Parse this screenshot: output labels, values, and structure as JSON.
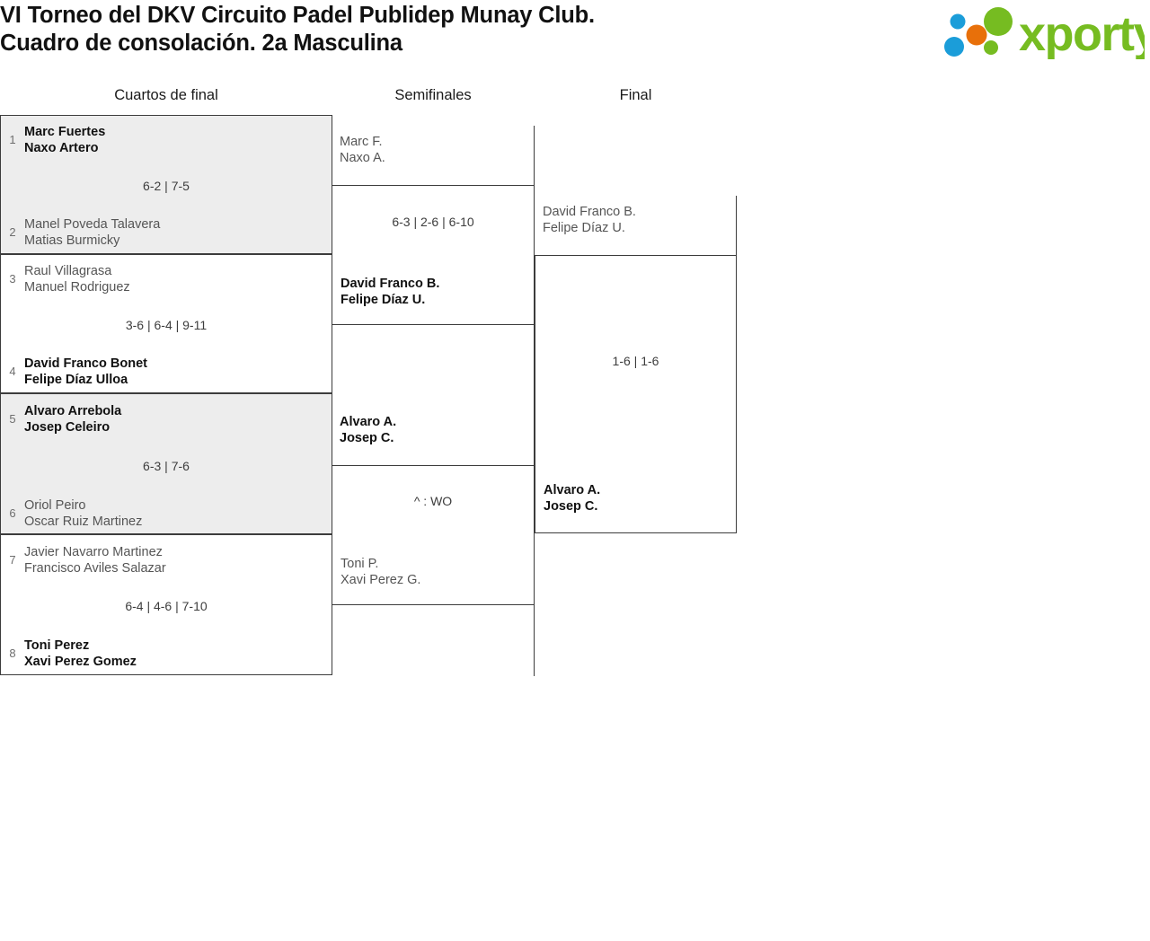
{
  "header": {
    "title": "VI Torneo del DKV Circuito Padel Publidep Munay Club.\nCuadro de consolación. 2a Masculina",
    "logo": {
      "text": "xporty",
      "colors": {
        "green": "#76bc21",
        "orange": "#e8700a",
        "blue": "#1b9dd9"
      }
    }
  },
  "rounds": [
    {
      "label": "Cuartos de final"
    },
    {
      "label": "Semifinales"
    },
    {
      "label": "Final"
    }
  ],
  "bracket": {
    "quarterfinals": [
      {
        "score": "6-2 | 7-5",
        "shaded": true,
        "top": {
          "seed": "1",
          "players": "Marc Fuertes\nNaxo Artero",
          "winner": true
        },
        "bottom": {
          "seed": "2",
          "players": "Manel Poveda Talavera\nMatias Burmicky",
          "winner": false
        }
      },
      {
        "score": "3-6 | 6-4 | 9-11",
        "shaded": false,
        "top": {
          "seed": "3",
          "players": "Raul Villagrasa\nManuel Rodriguez",
          "winner": false
        },
        "bottom": {
          "seed": "4",
          "players": "David Franco Bonet\nFelipe Díaz Ulloa",
          "winner": true
        }
      },
      {
        "score": "6-3 | 7-6",
        "shaded": true,
        "top": {
          "seed": "5",
          "players": "Alvaro Arrebola\nJosep Celeiro",
          "winner": true
        },
        "bottom": {
          "seed": "6",
          "players": "Oriol Peiro\nOscar Ruiz Martinez",
          "winner": false
        }
      },
      {
        "score": "6-4 | 4-6 | 7-10",
        "shaded": false,
        "top": {
          "seed": "7",
          "players": "Javier Navarro Martinez\nFrancisco Aviles Salazar",
          "winner": false
        },
        "bottom": {
          "seed": "8",
          "players": "Toni Perez\nXavi Perez Gomez",
          "winner": true
        }
      }
    ],
    "semifinals": [
      {
        "score": "6-3 | 2-6 | 6-10",
        "top": {
          "players": "Marc F.\nNaxo A.",
          "winner": false
        },
        "bottom": {
          "players": "David Franco B.\nFelipe Díaz U.",
          "winner": true
        }
      },
      {
        "score": "^ : WO",
        "top": {
          "players": "Alvaro A.\nJosep C.",
          "winner": true
        },
        "bottom": {
          "players": "Toni P.\nXavi Perez G.",
          "winner": false
        }
      }
    ],
    "final": [
      {
        "score": "1-6 | 1-6",
        "top": {
          "players": "David Franco B.\nFelipe Díaz U.",
          "winner": false
        },
        "bottom": {
          "players": "Alvaro A.\nJosep C.",
          "winner": true
        }
      }
    ]
  }
}
